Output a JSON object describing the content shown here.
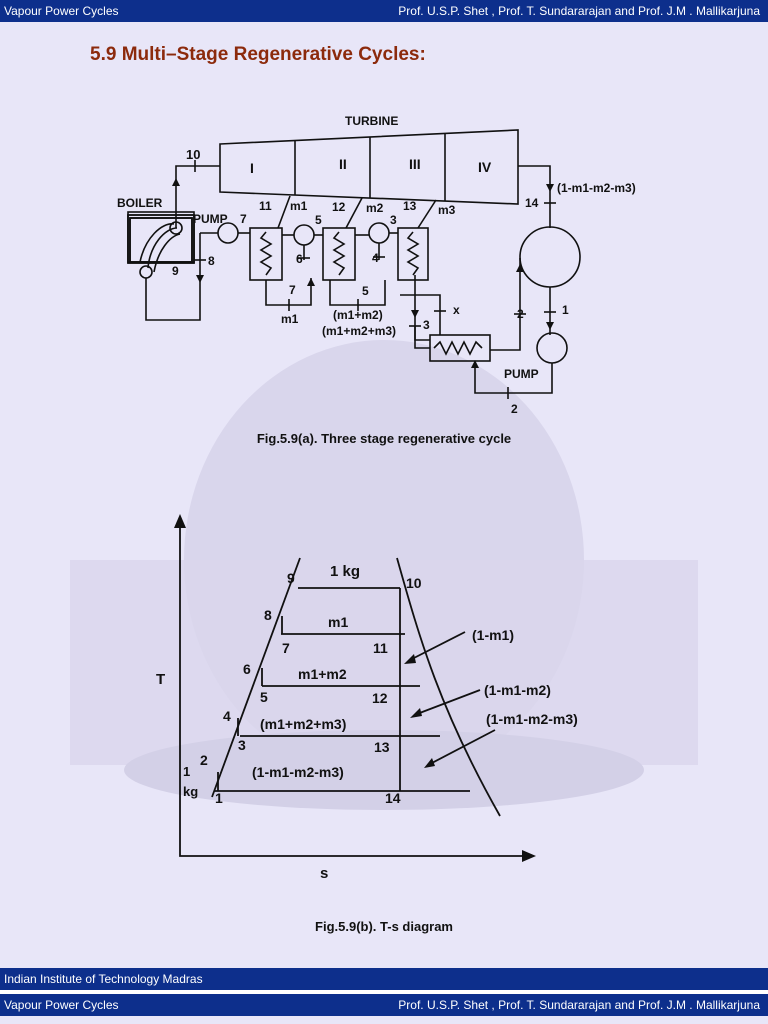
{
  "header": {
    "left": "Vapour Power Cycles",
    "right": "Prof. U.S.P. Shet , Prof. T. Sundararajan and Prof. J.M . Mallikarjuna"
  },
  "title": "5.9 Multi–Stage Regenerative Cycles:",
  "fig_a": {
    "turbine": "TURBINE",
    "stages": [
      "I",
      "II",
      "III",
      "IV"
    ],
    "boiler": "BOILER",
    "pump_left": "PUMP",
    "pump_right": "PUMP",
    "state_labels": [
      "10",
      "11",
      "12",
      "13",
      "14",
      "7",
      "5",
      "3",
      "9",
      "8",
      "6",
      "4",
      "7",
      "5",
      "3",
      "x",
      "2",
      "1",
      "2"
    ],
    "bleed_labels": [
      "m1",
      "m2",
      "m3"
    ],
    "exhaust": "(1-m1-m2-m3)",
    "drain_m1": "m1",
    "drain_m1m2": "(m1+m2)",
    "drain_m1m2m3": "(m1+m2+m3)",
    "caption": "Fig.5.9(a). Three stage regenerative cycle"
  },
  "fig_b": {
    "t_label": "T",
    "s_label": "s",
    "mass_1kg": "1 kg",
    "m1": "m1",
    "m1m2": "m1+m2",
    "m1m2m3": "(m1+m2+m3)",
    "rest": "(1-m1-m2-m3)",
    "arrow_labels": [
      "(1-m1)",
      "(1-m1-m2)",
      "(1-m1-m2-m3)"
    ],
    "left_states": [
      "9",
      "8",
      "7",
      "6",
      "5",
      "4",
      "3",
      "2",
      "1"
    ],
    "right_states": [
      "10",
      "11",
      "12",
      "13",
      "14"
    ],
    "kg_label_1": "1",
    "kg_label_2": "kg",
    "caption": "Fig.5.9(b). T-s diagram"
  },
  "footer": {
    "institute": "Indian Institute of Technology Madras"
  }
}
